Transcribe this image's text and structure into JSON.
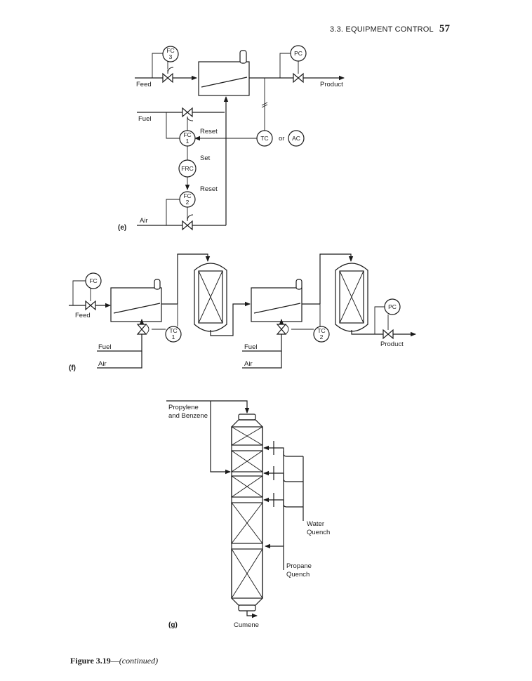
{
  "header": {
    "section": "3.3. EQUIPMENT CONTROL",
    "page_number": "57"
  },
  "panel_e": {
    "panel_label": "(e)",
    "feed": "Feed",
    "product": "Product",
    "fuel": "Fuel",
    "air": "Air",
    "fc3_top": "FC",
    "fc3_bottom": "3",
    "pc": "PC",
    "fc1_top": "FC",
    "fc1_bottom": "1",
    "frc": "FRC",
    "fc2_top": "FC",
    "fc2_bottom": "2",
    "tc": "TC",
    "or_text": "or",
    "ac": "AC",
    "reset_upper": "Reset",
    "set": "Set",
    "reset_lower": "Reset"
  },
  "panel_f": {
    "panel_label": "(f)",
    "fc": "FC",
    "feed": "Feed",
    "tc1_top": "TC",
    "tc1_bottom": "1",
    "tc2_top": "TC",
    "tc2_bottom": "2",
    "pc": "PC",
    "product": "Product",
    "fuel_left": "Fuel",
    "air_left": "Air",
    "fuel_right": "Fuel",
    "air_right": "Air"
  },
  "panel_g": {
    "panel_label": "(g)",
    "propylene_line1": "Propylene",
    "propylene_line2": "and Benzene",
    "water_line1": "Water",
    "water_line2": "Quench",
    "propane_line1": "Propane",
    "propane_line2": "Quench",
    "cumene": "Cumene"
  },
  "caption": {
    "figure": "Figure 3.19",
    "dash": "—",
    "note": "(continued)"
  }
}
